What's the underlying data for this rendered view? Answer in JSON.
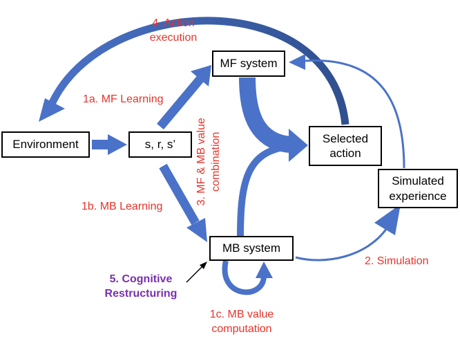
{
  "colors": {
    "arrow_blue": "#4a72c8",
    "arrow_dark": "#2f4f8e",
    "label_red": "#e8332b",
    "label_purple": "#7a2fb0",
    "box_border": "#000000"
  },
  "nodes": {
    "environment": "Environment",
    "state": "s, r, s’",
    "mf_system": "MF system",
    "mb_system": "MB system",
    "selected_action_line1": "Selected",
    "selected_action_line2": "action",
    "simulated_line1": "Simulated",
    "simulated_line2": "experience"
  },
  "labels": {
    "action_execution_line1": "4. Action",
    "action_execution_line2": "execution",
    "mf_learning": "1a. MF Learning",
    "mb_learning": "1b. MB Learning",
    "value_combination_line1": "3. MF & MB value",
    "value_combination_line2": "combination",
    "simulation": "2. Simulation",
    "mb_value_line1": "1c. MB value",
    "mb_value_line2": "computation",
    "cognitive_line1": "5. Cognitive",
    "cognitive_line2": "Restructuring"
  }
}
